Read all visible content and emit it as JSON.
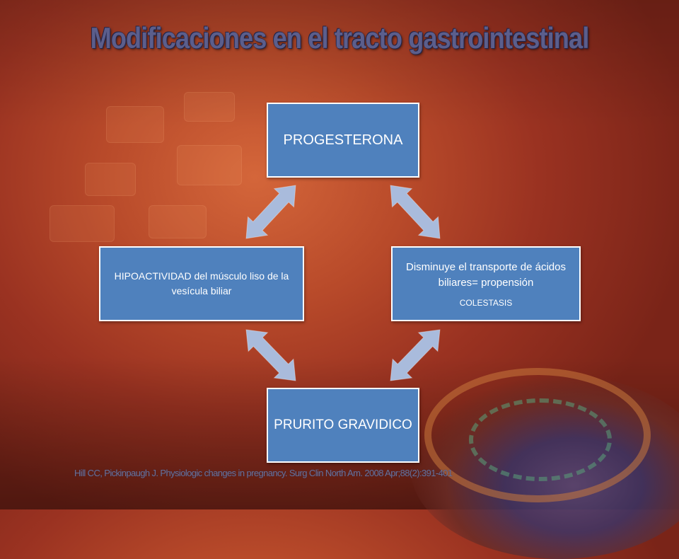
{
  "slide": {
    "title": "Modificaciones en el  tracto gastrointestinal",
    "citation": "Hill CC, Pickinpaugh J. Physiologic changes in pregnancy. Surg Clin North Am. 2008 Apr;88(2):391-401"
  },
  "diagram": {
    "nodes": {
      "top": {
        "label": "PROGESTERONA"
      },
      "right": {
        "label": "Disminuye el transporte  de ácidos biliares= propensión",
        "sublabel": "COLESTASIS"
      },
      "bottom": {
        "label": "PRURITO GRAVIDICO"
      },
      "left": {
        "label": "HIPOACTIVIDAD del músculo liso de la vesícula biliar"
      }
    },
    "connectors": [
      "top-right",
      "right-bottom",
      "bottom-left",
      "left-top"
    ],
    "colors": {
      "node_fill": "#4f81bd",
      "node_border": "#ffffff",
      "arrow_fill": "#a9bbdc"
    }
  }
}
